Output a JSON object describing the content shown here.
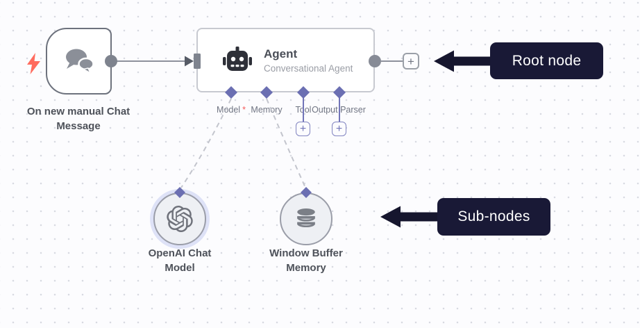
{
  "canvas": {
    "background_color": "#fcfcfe",
    "grid_dot_color": "#d8dae1"
  },
  "colors": {
    "accent_purple": "#7174b8",
    "annotation_navy": "#191936",
    "trigger_bolt_red": "#ff6b5e",
    "required_asterisk_red": "#f45959",
    "node_border_gray": "#6d727d",
    "connection_gray": "#8d919c"
  },
  "trigger_node": {
    "icon": "chat-bubbles-icon",
    "trigger_indicator_icon": "lightning-bolt-icon",
    "label_line1": "On new manual Chat",
    "label_line2": "Message"
  },
  "agent_node": {
    "icon": "robot-icon",
    "title": "Agent",
    "subtitle": "Conversational Agent",
    "ports": [
      {
        "label": "Model",
        "required": "*"
      },
      {
        "label": "Memory"
      },
      {
        "label": "Tool"
      },
      {
        "label": "Output Parser"
      }
    ]
  },
  "add_buttons": {
    "main_output": "+",
    "tool": "+",
    "output_parser": "+"
  },
  "subnodes": [
    {
      "icon": "openai-logo-icon",
      "label_line1": "OpenAI Chat",
      "label_line2": "Model"
    },
    {
      "icon": "database-icon",
      "label_line1": "Window Buffer",
      "label_line2": "Memory"
    }
  ],
  "annotations": [
    {
      "label": "Root node"
    },
    {
      "label": "Sub-nodes"
    }
  ]
}
